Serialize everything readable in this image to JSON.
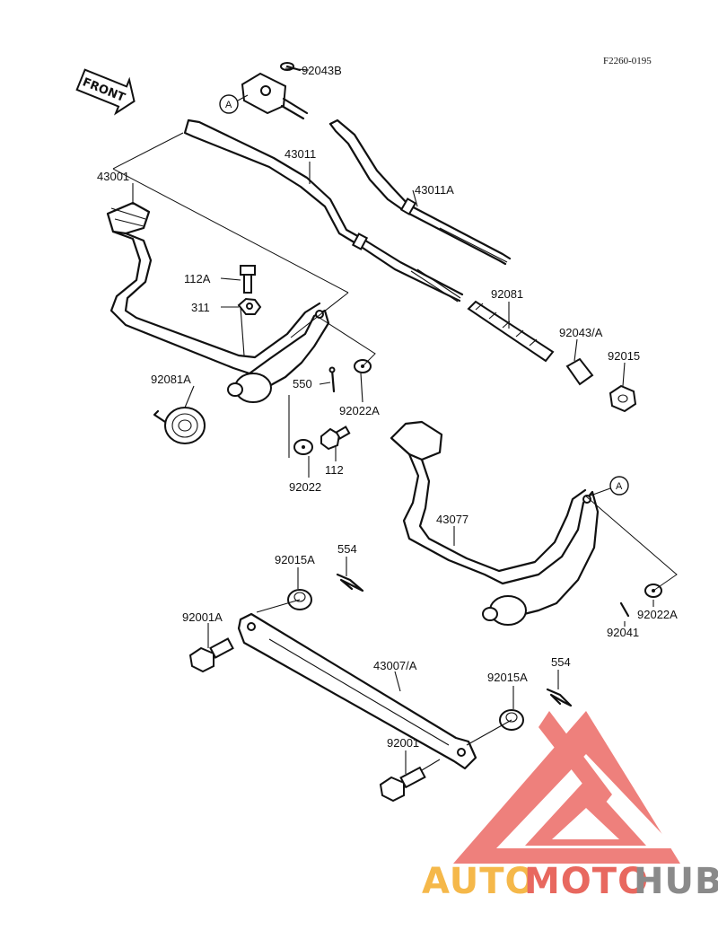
{
  "figure_code": "F2260-0195",
  "front_label": "FRONT",
  "reference_marks": [
    "A",
    "A"
  ],
  "parts": [
    {
      "number": "92043B"
    },
    {
      "number": "43011"
    },
    {
      "number": "43011A"
    },
    {
      "number": "43001"
    },
    {
      "number": "112A"
    },
    {
      "number": "311"
    },
    {
      "number": "92081"
    },
    {
      "number": "92043/A"
    },
    {
      "number": "92015"
    },
    {
      "number": "92081A"
    },
    {
      "number": "550"
    },
    {
      "number": "92022A"
    },
    {
      "number": "112"
    },
    {
      "number": "92022"
    },
    {
      "number": "43077"
    },
    {
      "number": "554"
    },
    {
      "number": "92015A"
    },
    {
      "number": "92001A"
    },
    {
      "number": "92022A"
    },
    {
      "number": "92041"
    },
    {
      "number": "43007/A"
    },
    {
      "number": "554"
    },
    {
      "number": "92015A"
    },
    {
      "number": "92001"
    }
  ],
  "watermark": {
    "parts": [
      "AUTO",
      "MOTO",
      "HUB"
    ],
    "colors": {
      "auto": "#f5b84a",
      "moto": "#e8685f",
      "hub": "#8a8a8a",
      "triangle": "#ec6b66"
    }
  }
}
